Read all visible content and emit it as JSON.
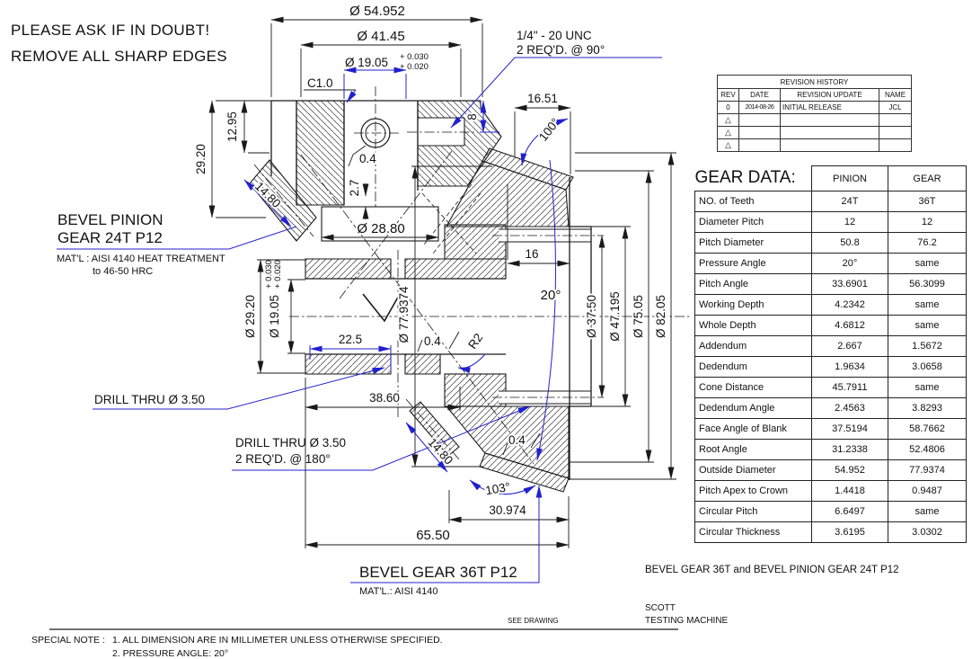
{
  "colors": {
    "line": "#1a1a1a",
    "dim_blue": "#2121cf",
    "background": "#ffffff"
  },
  "notes": {
    "warn1": "PLEASE ASK IF IN DOUBT!",
    "warn2": "REMOVE ALL SHARP EDGES"
  },
  "callouts": {
    "thread1": "1/4\" - 20 UNC",
    "thread2": "2 REQ'D. @ 90°",
    "chamfer": "C1.0",
    "pinion_name1": "BEVEL PINION",
    "pinion_name2": "GEAR 24T P12",
    "pinion_mat1": "MAT'L : AISI 4140 HEAT TREATMENT",
    "pinion_mat2": "to 46-50 HRC",
    "drill_a": "DRILL THRU Ø 3.50",
    "drill_b1": "DRILL THRU Ø 3.50",
    "drill_b2": "2 REQ'D. @ 180°",
    "gear_name": "BEVEL GEAR 36T P12",
    "gear_mat": "MAT'L.: AISI 4140"
  },
  "dims": {
    "od_pinion": "Ø 54.952",
    "d4145": "Ø 41.45",
    "bore": "Ø 19.05",
    "tol_hi": "+ 0.030",
    "tol_lo": "+ 0.020",
    "d1651": "16.51",
    "a100": "100°",
    "d8": "8",
    "d1295": "12.95",
    "d2920": "29.20",
    "d1480": "14.80",
    "d2880": "Ø 28.80",
    "d27": "2.7",
    "d04": "0.4",
    "d16": "16",
    "a20": "20°",
    "d3750": "Ø 37.50",
    "d47195": "Ø 47.195",
    "d7505": "Ø 75.05",
    "d8205": "Ø 82.05",
    "bore_hub": "Ø 29.20",
    "od_gear": "Ø 77.9374",
    "d225": "22.5",
    "r2": "R2",
    "d3860": "38.60",
    "a103": "103°",
    "d30974": "30.974",
    "d6550": "65.50"
  },
  "revision_table": {
    "title": "REVISION HISTORY",
    "headers": [
      "REV",
      "DATE",
      "REVISION UPDATE",
      "NAME"
    ],
    "rows": [
      {
        "rev": "0",
        "date": "2014-08-26",
        "update": "INITIAL RELEASE",
        "name": "JCL"
      }
    ],
    "empty_symbol": "△"
  },
  "gear_table": {
    "title": "GEAR DATA:",
    "col1": "PINION",
    "col2": "GEAR",
    "rows": [
      [
        "NO. of Teeth",
        "24T",
        "36T"
      ],
      [
        "Diameter Pitch",
        "12",
        "12"
      ],
      [
        "Pitch Diameter",
        "50.8",
        "76.2"
      ],
      [
        "Pressure Angle",
        "20°",
        "same"
      ],
      [
        "Pitch Angle",
        "33.6901",
        "56.3099"
      ],
      [
        "Working Depth",
        "4.2342",
        "same"
      ],
      [
        "Whole Depth",
        "4.6812",
        "same"
      ],
      [
        "Addendum",
        "2.667",
        "1.5672"
      ],
      [
        "Dedendum",
        "1.9634",
        "3.0658"
      ],
      [
        "Cone Distance",
        "45.7911",
        "same"
      ],
      [
        "Dedendum Angle",
        "2.4563",
        "3.8293"
      ],
      [
        "Face Angle of Blank",
        "37.5194",
        "58.7662"
      ],
      [
        "Root Angle",
        "31.2338",
        "52.4806"
      ],
      [
        "Outside Diameter",
        "54.952",
        "77.9374"
      ],
      [
        "Pitch Apex to Crown",
        "1.4418",
        "0.9487"
      ],
      [
        "Circular Pitch",
        "6.6497",
        "same"
      ],
      [
        "Circular Thickness",
        "3.6195",
        "3.0302"
      ]
    ]
  },
  "title_block": {
    "drawing_title": "BEVEL GEAR 36T and BEVEL PINION GEAR 24T P12",
    "company1": "SCOTT",
    "company2": "TESTING MACHINE",
    "see_drawing": "SEE DRAWING"
  },
  "footer": {
    "label": "SPECIAL NOTE :",
    "note1": "1. ALL DIMENSION ARE IN MILLIMETER UNLESS OTHERWISE SPECIFIED.",
    "note2": "2. PRESSURE ANGLE: 20°"
  }
}
